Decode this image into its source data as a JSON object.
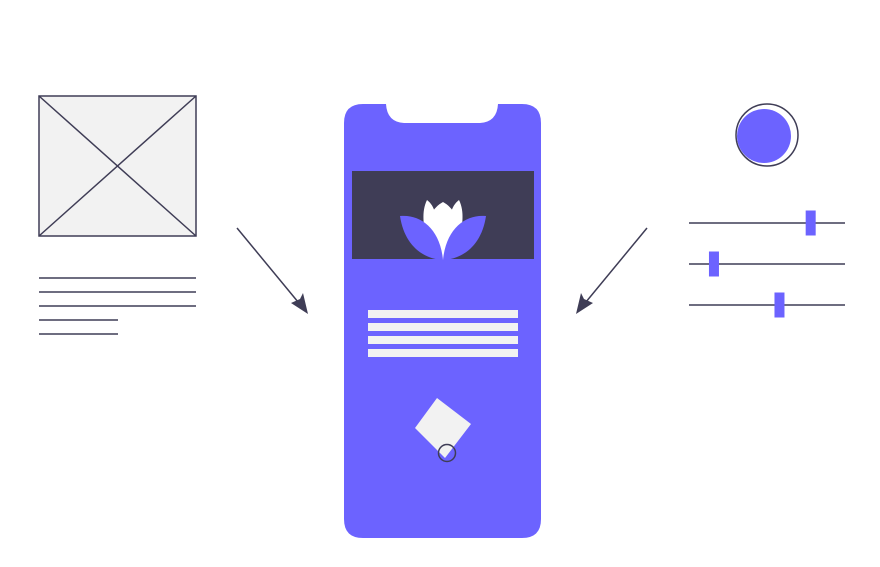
{
  "colors": {
    "accent": "#6c63ff",
    "dark": "#3f3d56",
    "light": "#f2f2f2",
    "background": "#ffffff"
  },
  "icons": [
    "image-placeholder-icon",
    "text-lines-icon",
    "arrow-icon",
    "phone-icon",
    "lotus-logo-icon",
    "diamond-shape-icon",
    "circle-icon",
    "slider-icon"
  ],
  "sliders": [
    {
      "name": "slider-1",
      "level": 0.78
    },
    {
      "name": "slider-2",
      "level": 0.16
    },
    {
      "name": "slider-3",
      "level": 0.58
    }
  ]
}
